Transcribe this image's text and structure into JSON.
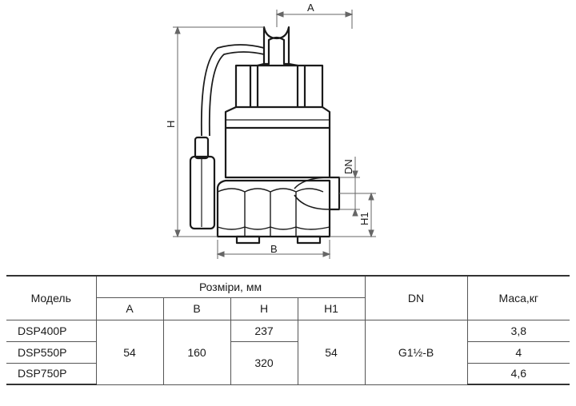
{
  "drawing": {
    "dim_a": "A",
    "dim_b": "B",
    "dim_h": "H",
    "dim_h1": "H1",
    "dim_dn": "DN"
  },
  "table": {
    "h_model": "Модель",
    "h_sizes": "Розміри, мм",
    "h_a": "A",
    "h_b": "B",
    "h_h": "H",
    "h_h1": "H1",
    "h_dn": "DN",
    "h_mass": "Маса,кг",
    "rows": [
      {
        "model": "DSP400P",
        "h": "237",
        "mass": "3,8"
      },
      {
        "model": "DSP550P",
        "h": "320",
        "mass": "4"
      },
      {
        "model": "DSP750P",
        "mass": "4,6"
      }
    ],
    "shared": {
      "a": "54",
      "b": "160",
      "h1": "54",
      "dn": "G1½-B"
    }
  }
}
